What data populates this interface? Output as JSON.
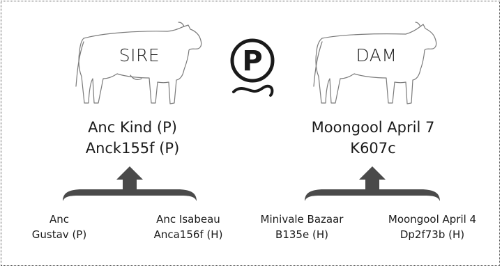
{
  "sire": {
    "role_label": "SIRE",
    "name_line1": "Anc Kind (P)",
    "name_line2": "Anck155f (P)",
    "parents": [
      {
        "line1": "Anc",
        "line2": "Gustav (P)"
      },
      {
        "line1": "Anc Isabeau",
        "line2": "Anca156f (H)"
      }
    ]
  },
  "dam": {
    "role_label": "DAM",
    "name_line1": "Moongool April 7",
    "name_line2": "K607c",
    "parents": [
      {
        "line1": "Minivale Bazaar",
        "line2": "B135e (H)"
      },
      {
        "line1": "Moongool April 4",
        "line2": "Dp2f73b (H)"
      }
    ]
  },
  "emblem": {
    "letter": "P",
    "icon": "poll-rope-icon"
  },
  "colors": {
    "arrow": "#4a4a4a",
    "outline": "#7a7a7a",
    "text": "#1a1a1a"
  }
}
